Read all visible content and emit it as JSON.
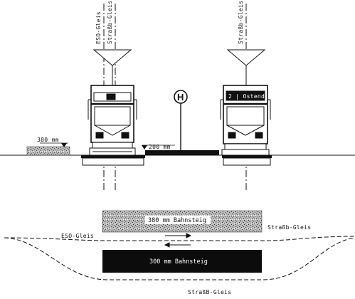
{
  "labels": {
    "left_vertical_eso": "ESO-Gleis",
    "left_vertical_strab": "Straßb-Gleis",
    "right_vertical_strab": "Straßb-Gleis",
    "left_level": "380 mm",
    "center_level": "200 mm",
    "stop_sign": "H",
    "right_destination": "2 | Ostend",
    "platform_top": "380 mm Bahnsteig",
    "platform_bottom": "300 mm Bahnsteig",
    "eso_track": "ESO-Gleis",
    "strab_track_right": "Straßb-Gleis",
    "strab_track_bottom": "StraßB-Gleis"
  },
  "colors": {
    "ink": "#111111",
    "platform_top_fill": "#9a9a9a",
    "platform_bottom_fill": "#0c0c0c"
  }
}
